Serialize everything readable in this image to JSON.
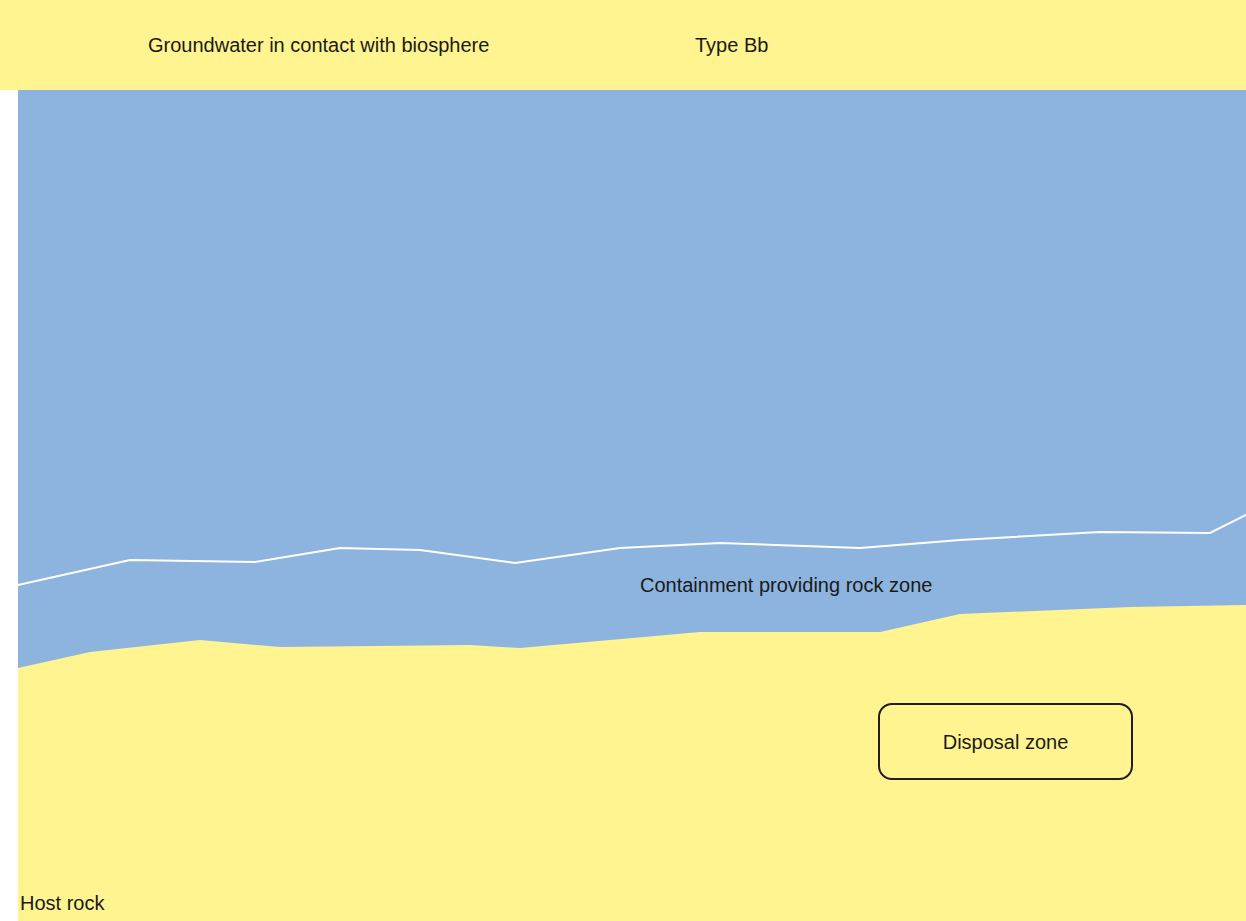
{
  "diagram": {
    "nodes": [
      {
        "text": [
          "Groundwater in contact with biosphere",
          "Type Bb"
        ]
      },
      {
        "text": [
          "Containment providing rock zone"
        ]
      },
      {
        "text": [
          "Host rock"
        ]
      },
      {
        "text": [
          "Disposal zone"
        ],
        "in": 2
      }
    ]
  }
}
